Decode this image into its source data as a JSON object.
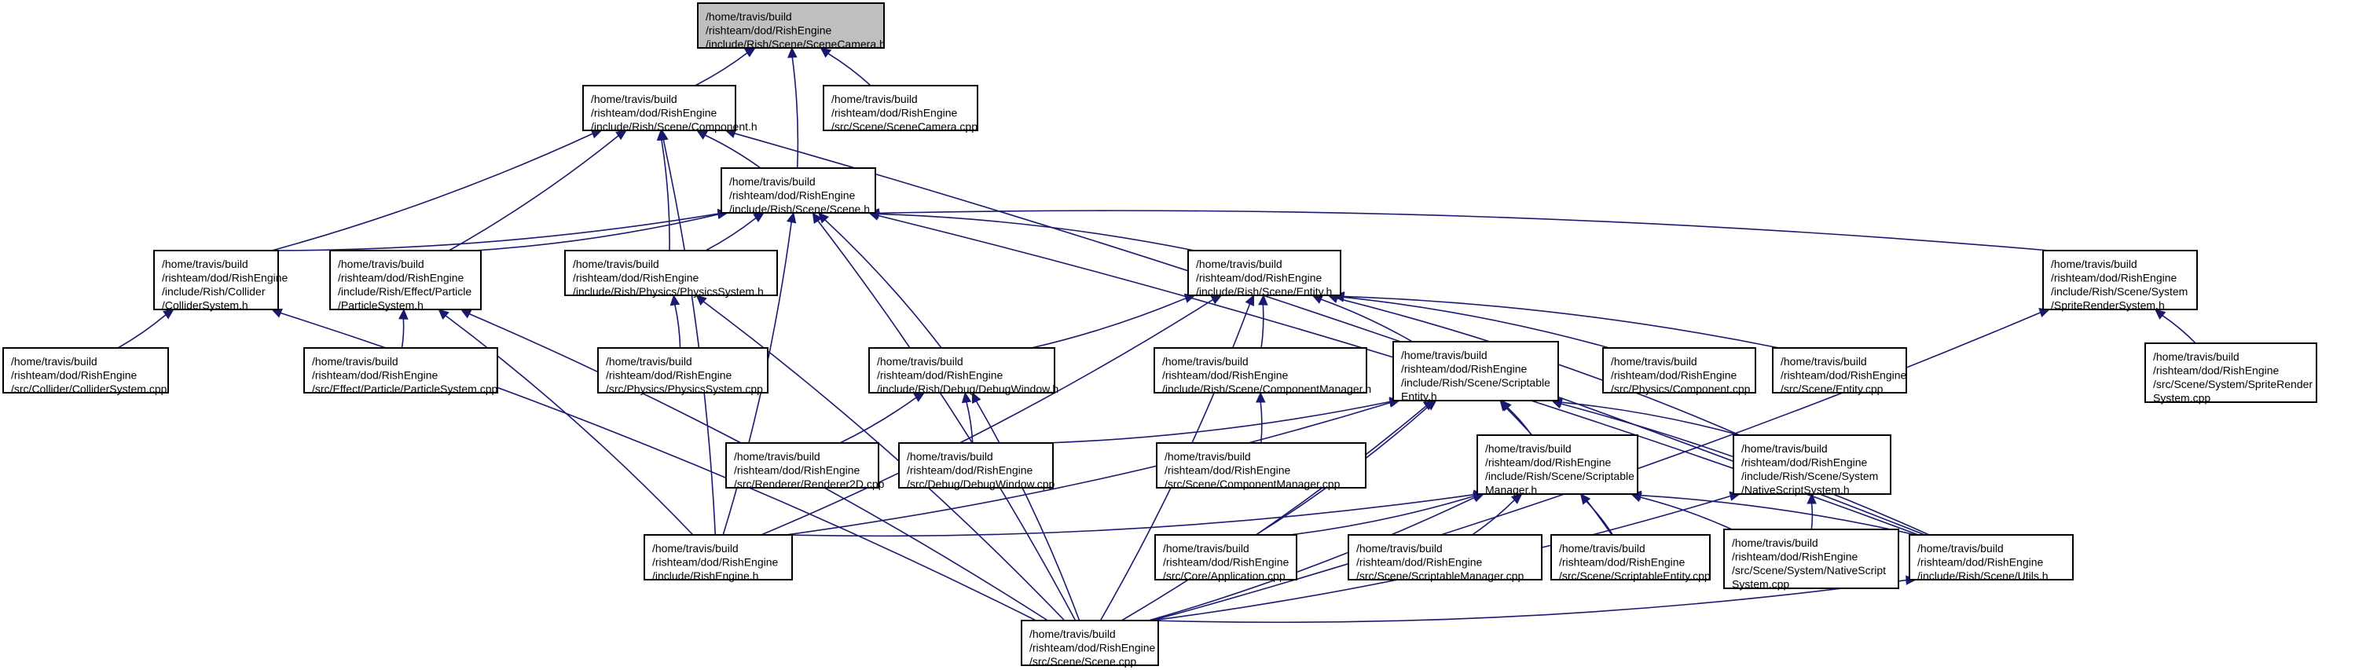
{
  "nodes": {
    "scenecamera_h": {
      "lines": [
        "/home/travis/build",
        "/rishteam/dod/RishEngine",
        "/include/Rish/Scene/SceneCamera.h"
      ],
      "root": true
    },
    "component_h": {
      "lines": [
        "/home/travis/build",
        "/rishteam/dod/RishEngine",
        "/include/Rish/Scene/Component.h"
      ]
    },
    "scenecamera_cpp": {
      "lines": [
        "/home/travis/build",
        "/rishteam/dod/RishEngine",
        "/src/Scene/SceneCamera.cpp"
      ]
    },
    "scene_h": {
      "lines": [
        "/home/travis/build",
        "/rishteam/dod/RishEngine",
        "/include/Rish/Scene/Scene.h"
      ]
    },
    "collidersystem_h": {
      "lines": [
        "/home/travis/build",
        "/rishteam/dod/RishEngine",
        "/include/Rish/Collider",
        "/ColliderSystem.h"
      ]
    },
    "particlesystem_h": {
      "lines": [
        "/home/travis/build",
        "/rishteam/dod/RishEngine",
        "/include/Rish/Effect/Particle",
        "/ParticleSystem.h"
      ]
    },
    "physicssystem_h": {
      "lines": [
        "/home/travis/build",
        "/rishteam/dod/RishEngine",
        "/include/Rish/Physics/PhysicsSystem.h"
      ]
    },
    "entity_h": {
      "lines": [
        "/home/travis/build",
        "/rishteam/dod/RishEngine",
        "/include/Rish/Scene/Entity.h"
      ]
    },
    "spriterendersystem_h": {
      "lines": [
        "/home/travis/build",
        "/rishteam/dod/RishEngine",
        "/include/Rish/Scene/System",
        "/SpriteRenderSystem.h"
      ]
    },
    "collidersystem_cpp": {
      "lines": [
        "/home/travis/build",
        "/rishteam/dod/RishEngine",
        "/src/Collider/ColliderSystem.cpp"
      ]
    },
    "particlesystem_cpp": {
      "lines": [
        "/home/travis/build",
        "/rishteam/dod/RishEngine",
        "/src/Effect/Particle/ParticleSystem.cpp"
      ]
    },
    "physicssystem_cpp": {
      "lines": [
        "/home/travis/build",
        "/rishteam/dod/RishEngine",
        "/src/Physics/PhysicsSystem.cpp"
      ]
    },
    "debugwindow_h": {
      "lines": [
        "/home/travis/build",
        "/rishteam/dod/RishEngine",
        "/include/Rish/Debug/DebugWindow.h"
      ]
    },
    "componentmanager_h": {
      "lines": [
        "/home/travis/build",
        "/rishteam/dod/RishEngine",
        "/include/Rish/Scene/ComponentManager.h"
      ]
    },
    "scriptableentity_h": {
      "lines": [
        "/home/travis/build",
        "/rishteam/dod/RishEngine",
        "/include/Rish/Scene/Scriptable",
        "Entity.h"
      ]
    },
    "physics_component_cpp": {
      "lines": [
        "/home/travis/build",
        "/rishteam/dod/RishEngine",
        "/src/Physics/Component.cpp"
      ]
    },
    "entity_cpp": {
      "lines": [
        "/home/travis/build",
        "/rishteam/dod/RishEngine",
        "/src/Scene/Entity.cpp"
      ]
    },
    "spriterendersystem_cpp": {
      "lines": [
        "/home/travis/build",
        "/rishteam/dod/RishEngine",
        "/src/Scene/System/SpriteRender",
        "System.cpp"
      ]
    },
    "renderer2d_cpp": {
      "lines": [
        "/home/travis/build",
        "/rishteam/dod/RishEngine",
        "/src/Renderer/Renderer2D.cpp"
      ]
    },
    "debugwindow_cpp": {
      "lines": [
        "/home/travis/build",
        "/rishteam/dod/RishEngine",
        "/src/Debug/DebugWindow.cpp"
      ]
    },
    "componentmanager_cpp": {
      "lines": [
        "/home/travis/build",
        "/rishteam/dod/RishEngine",
        "/src/Scene/ComponentManager.cpp"
      ]
    },
    "scriptablemanager_h": {
      "lines": [
        "/home/travis/build",
        "/rishteam/dod/RishEngine",
        "/include/Rish/Scene/Scriptable",
        "Manager.h"
      ]
    },
    "nativescriptsystem_h": {
      "lines": [
        "/home/travis/build",
        "/rishteam/dod/RishEngine",
        "/include/Rish/Scene/System",
        "/NativeScriptSystem.h"
      ]
    },
    "rishengine_h": {
      "lines": [
        "/home/travis/build",
        "/rishteam/dod/RishEngine",
        "/include/RishEngine.h"
      ]
    },
    "application_cpp": {
      "lines": [
        "/home/travis/build",
        "/rishteam/dod/RishEngine",
        "/src/Core/Application.cpp"
      ]
    },
    "scriptablemanager_cpp": {
      "lines": [
        "/home/travis/build",
        "/rishteam/dod/RishEngine",
        "/src/Scene/ScriptableManager.cpp"
      ]
    },
    "scriptableentity_cpp": {
      "lines": [
        "/home/travis/build",
        "/rishteam/dod/RishEngine",
        "/src/Scene/ScriptableEntity.cpp"
      ]
    },
    "nativescriptsystem_cpp": {
      "lines": [
        "/home/travis/build",
        "/rishteam/dod/RishEngine",
        "/src/Scene/System/NativeScript",
        "System.cpp"
      ]
    },
    "utils_h": {
      "lines": [
        "/home/travis/build",
        "/rishteam/dod/RishEngine",
        "/include/Rish/Scene/Utils.h"
      ]
    },
    "scene_cpp": {
      "lines": [
        "/home/travis/build",
        "/rishteam/dod/RishEngine",
        "/src/Scene/Scene.cpp"
      ]
    }
  },
  "edges": [
    {
      "from": "component_h",
      "to": "scenecamera_h"
    },
    {
      "from": "scenecamera_cpp",
      "to": "scenecamera_h"
    },
    {
      "from": "scene_h",
      "to": "scenecamera_h"
    },
    {
      "from": "scene_h",
      "to": "component_h"
    },
    {
      "from": "collidersystem_h",
      "to": "component_h"
    },
    {
      "from": "particlesystem_h",
      "to": "component_h"
    },
    {
      "from": "physicssystem_h",
      "to": "component_h"
    },
    {
      "from": "rishengine_h",
      "to": "component_h"
    },
    {
      "from": "utils_h",
      "to": "component_h"
    },
    {
      "from": "collidersystem_h",
      "to": "scene_h"
    },
    {
      "from": "particlesystem_h",
      "to": "scene_h"
    },
    {
      "from": "physicssystem_h",
      "to": "scene_h"
    },
    {
      "from": "entity_h",
      "to": "scene_h"
    },
    {
      "from": "spriterendersystem_h",
      "to": "scene_h"
    },
    {
      "from": "debugwindow_h",
      "to": "scene_h"
    },
    {
      "from": "rishengine_h",
      "to": "scene_h"
    },
    {
      "from": "scene_cpp",
      "to": "scene_h"
    },
    {
      "from": "utils_h",
      "to": "scene_h"
    },
    {
      "from": "collidersystem_cpp",
      "to": "collidersystem_h"
    },
    {
      "from": "scene_cpp",
      "to": "collidersystem_h"
    },
    {
      "from": "particlesystem_cpp",
      "to": "particlesystem_h"
    },
    {
      "from": "rishengine_h",
      "to": "particlesystem_h"
    },
    {
      "from": "scene_cpp",
      "to": "particlesystem_h"
    },
    {
      "from": "physicssystem_cpp",
      "to": "physicssystem_h"
    },
    {
      "from": "scene_cpp",
      "to": "physicssystem_h"
    },
    {
      "from": "debugwindow_h",
      "to": "entity_h"
    },
    {
      "from": "componentmanager_h",
      "to": "entity_h"
    },
    {
      "from": "scriptableentity_h",
      "to": "entity_h"
    },
    {
      "from": "physics_component_cpp",
      "to": "entity_h"
    },
    {
      "from": "entity_cpp",
      "to": "entity_h"
    },
    {
      "from": "nativescriptsystem_h",
      "to": "entity_h"
    },
    {
      "from": "rishengine_h",
      "to": "entity_h"
    },
    {
      "from": "scene_cpp",
      "to": "entity_h"
    },
    {
      "from": "spriterendersystem_cpp",
      "to": "spriterendersystem_h"
    },
    {
      "from": "scene_cpp",
      "to": "spriterendersystem_h"
    },
    {
      "from": "renderer2d_cpp",
      "to": "debugwindow_h"
    },
    {
      "from": "debugwindow_cpp",
      "to": "debugwindow_h"
    },
    {
      "from": "scene_cpp",
      "to": "debugwindow_h"
    },
    {
      "from": "componentmanager_cpp",
      "to": "componentmanager_h"
    },
    {
      "from": "debugwindow_cpp",
      "to": "scriptableentity_h"
    },
    {
      "from": "scriptablemanager_h",
      "to": "scriptableentity_h"
    },
    {
      "from": "nativescriptsystem_h",
      "to": "scriptableentity_h"
    },
    {
      "from": "rishengine_h",
      "to": "scriptableentity_h"
    },
    {
      "from": "application_cpp",
      "to": "scriptableentity_h"
    },
    {
      "from": "scriptableentity_cpp",
      "to": "scriptableentity_h"
    },
    {
      "from": "utils_h",
      "to": "scriptableentity_h"
    },
    {
      "from": "scene_cpp",
      "to": "scriptableentity_h"
    },
    {
      "from": "rishengine_h",
      "to": "scriptablemanager_h"
    },
    {
      "from": "application_cpp",
      "to": "scriptablemanager_h"
    },
    {
      "from": "scriptablemanager_cpp",
      "to": "scriptablemanager_h"
    },
    {
      "from": "scriptableentity_cpp",
      "to": "scriptablemanager_h"
    },
    {
      "from": "nativescriptsystem_cpp",
      "to": "scriptablemanager_h"
    },
    {
      "from": "utils_h",
      "to": "scriptablemanager_h"
    },
    {
      "from": "scene_cpp",
      "to": "scriptablemanager_h"
    },
    {
      "from": "nativescriptsystem_cpp",
      "to": "nativescriptsystem_h"
    },
    {
      "from": "scene_cpp",
      "to": "nativescriptsystem_h"
    },
    {
      "from": "scene_cpp",
      "to": "utils_h"
    }
  ],
  "colors": {
    "edge": "#191970",
    "root_fill": "#bfbfbf",
    "node_fill": "#ffffff",
    "border": "#000000"
  }
}
